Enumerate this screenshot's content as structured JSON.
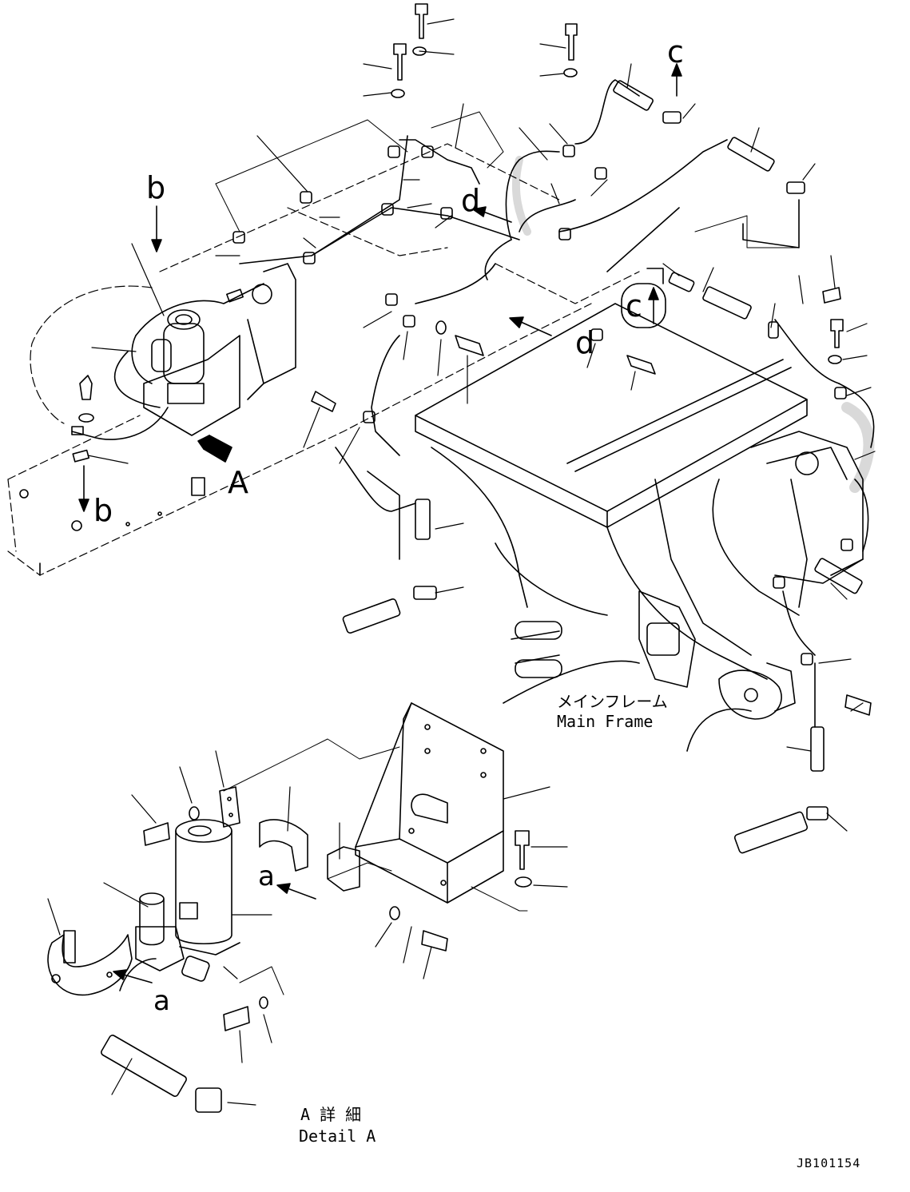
{
  "callouts": {
    "b_top": "b",
    "b_bottom": "b",
    "c_top": "c",
    "c_mid": "c",
    "d_top": "d",
    "d_right": "d",
    "A_arrow": "A",
    "a_bracket": "a",
    "a_strap": "a"
  },
  "captions": {
    "main_frame_jp": "メインフレーム",
    "main_frame_en": "Main Frame",
    "detail_jp": "A 詳 細",
    "detail_en": "Detail A"
  },
  "drawing_number": "JB101154"
}
